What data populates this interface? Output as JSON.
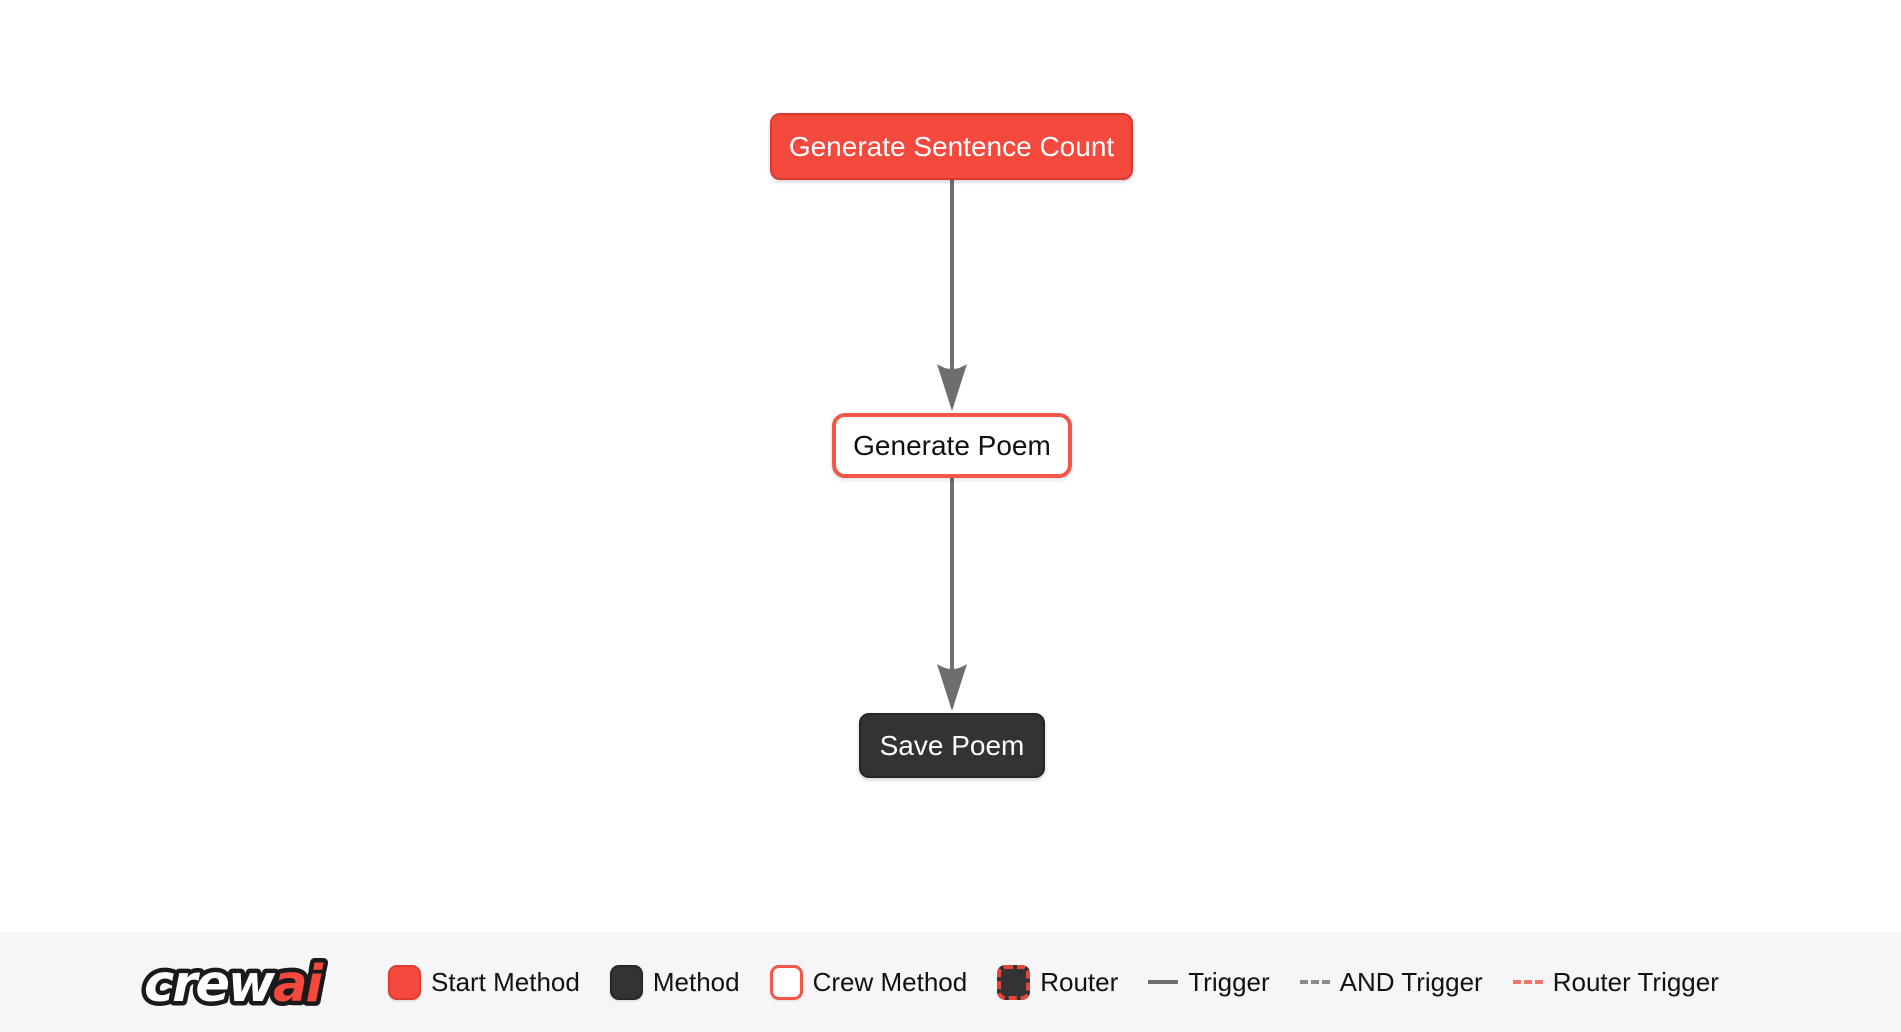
{
  "flow": {
    "nodes": [
      {
        "id": "generate_sentence_count",
        "label": "Generate Sentence Count",
        "type": "start-method"
      },
      {
        "id": "generate_poem",
        "label": "Generate Poem",
        "type": "crew-method"
      },
      {
        "id": "save_poem",
        "label": "Save Poem",
        "type": "method"
      }
    ],
    "edges": [
      {
        "from": "generate_sentence_count",
        "to": "generate_poem",
        "type": "trigger"
      },
      {
        "from": "generate_poem",
        "to": "save_poem",
        "type": "trigger"
      }
    ]
  },
  "legend": {
    "logo": {
      "text_white": "crew",
      "text_red": "ai"
    },
    "items": [
      {
        "label": "Start Method",
        "swatch": "start-method-swatch"
      },
      {
        "label": "Method",
        "swatch": "method-swatch"
      },
      {
        "label": "Crew Method",
        "swatch": "crew-method-swatch"
      },
      {
        "label": "Router",
        "swatch": "router-swatch"
      },
      {
        "label": "Trigger",
        "swatch": "trigger-line"
      },
      {
        "label": "AND Trigger",
        "swatch": "and-trigger-line"
      },
      {
        "label": "Router Trigger",
        "swatch": "router-trigger-line"
      }
    ]
  },
  "colors": {
    "brand_red": "#f5493e",
    "brand_red_border": "#d93a2f",
    "crew_method_border": "#f5564a",
    "method_dark": "#333333",
    "edge_gray": "#6e6e6e",
    "and_trigger_gray": "#8a8a8a",
    "router_trigger_red": "#f0766c",
    "legend_background": "#f6f6f8",
    "canvas_background": "#ffffff",
    "legend_text": "#111111"
  }
}
